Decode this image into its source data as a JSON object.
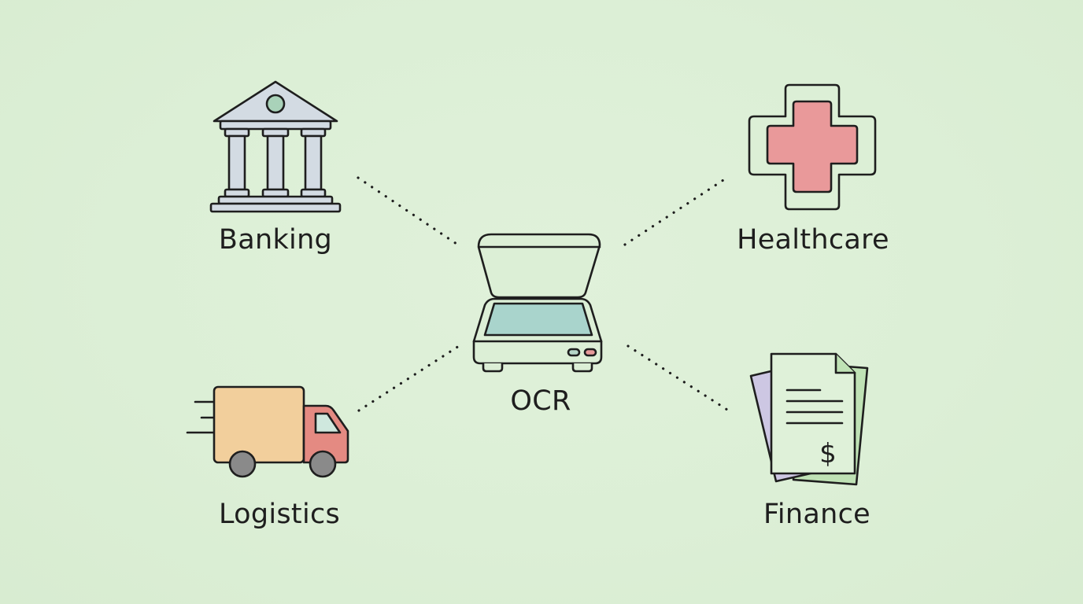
{
  "diagram": {
    "type": "hub-and-spoke",
    "center": {
      "label": "OCR",
      "icon": "scanner-icon"
    },
    "nodes": [
      {
        "label": "Banking",
        "icon": "bank-icon",
        "position": "top-left"
      },
      {
        "label": "Healthcare",
        "icon": "medical-cross-icon",
        "position": "top-right"
      },
      {
        "label": "Logistics",
        "icon": "delivery-truck-icon",
        "position": "bottom-left"
      },
      {
        "label": "Finance",
        "icon": "invoice-document-icon",
        "position": "bottom-right"
      }
    ],
    "edges": [
      {
        "from": "OCR",
        "to": "Banking",
        "style": "dotted"
      },
      {
        "from": "OCR",
        "to": "Healthcare",
        "style": "dotted"
      },
      {
        "from": "OCR",
        "to": "Logistics",
        "style": "dotted"
      },
      {
        "from": "OCR",
        "to": "Finance",
        "style": "dotted"
      }
    ]
  },
  "colors": {
    "background": "#dcefd6",
    "stroke": "#1e1e1e",
    "bank_fill": "#d3dbe3",
    "bank_medallion": "#a9d2b9",
    "cross_fill": "#e9999a",
    "truck_cargo": "#f2cf9c",
    "truck_cab": "#e48a82",
    "truck_window": "#cfe8de",
    "wheel": "#8a8a8a",
    "scanner_glass": "#a9d4cc",
    "scanner_button_red": "#e79a9a",
    "scanner_button_green": "#b6d6c8",
    "paper_front": "#dff1d9",
    "paper_purple": "#cdc7e3",
    "paper_green": "#bfe2b5"
  }
}
